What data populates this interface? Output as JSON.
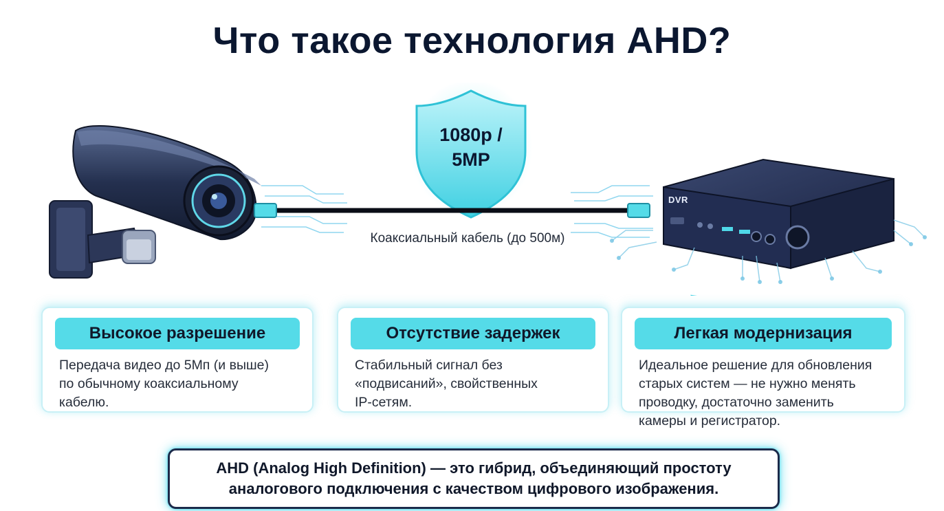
{
  "title": "Что такое технология AHD?",
  "diagram": {
    "shield_line1": "1080p /",
    "shield_line2": "5MP",
    "cable_caption": "Коаксиальный кабель (до 500м)",
    "dvr_label": "DVR",
    "accent_color": "#4fd8e8",
    "dark_color": "#1b2440"
  },
  "cards": [
    {
      "title": "Высокое разрешение",
      "lines": [
        "Передача видео до 5Мп (и выше)",
        "по обычному коаксиальному",
        "кабелю."
      ]
    },
    {
      "title": "Отсутствие задержек",
      "lines": [
        "Стабильный сигнал без",
        "«подвисаний», свойственных",
        "IP-сетям."
      ]
    },
    {
      "title": "Легкая модернизация",
      "lines": [
        "Идеальное решение для обновления",
        "старых систем — не нужно менять",
        "проводку, достаточно заменить",
        "камеры и регистратор."
      ]
    }
  ],
  "note": {
    "line1": "AHD (Analog High Definition) — это гибрид, объединяющий простоту",
    "line2": "аналогового подключения с качеством цифрового изображения."
  }
}
